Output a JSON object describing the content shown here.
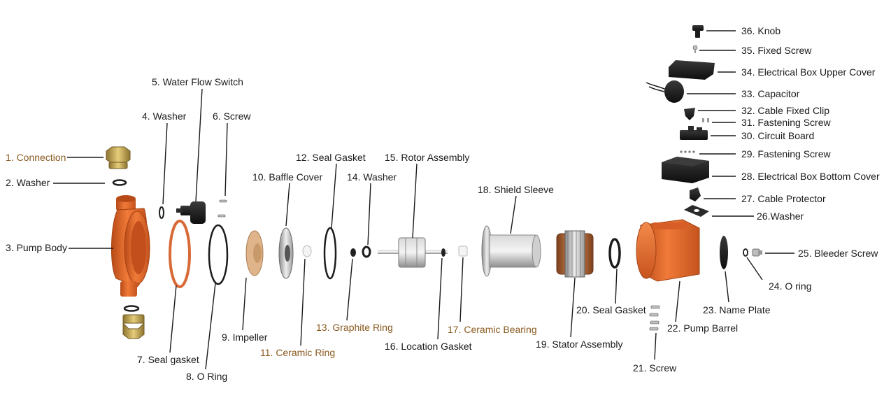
{
  "colors": {
    "orange": "#e8692c",
    "orange_dark": "#b84a18",
    "brass": "#c9a94e",
    "black": "#1c1c1c",
    "steel": "#b9b9b9",
    "copper": "#b86b3a",
    "label_text": "#1a1a1a",
    "label_highlight": "#8a5a20"
  },
  "labels": {
    "p1": "1. Connection",
    "p2": "2. Washer",
    "p3": "3. Pump Body",
    "p4": "4. Washer",
    "p5": "5. Water Flow Switch",
    "p6": "6. Screw",
    "p7": "7. Seal gasket",
    "p8": "8. O Ring",
    "p9": "9. Impeller",
    "p10": "10. Baffle Cover",
    "p11": "11. Ceramic Ring",
    "p12": "12. Seal Gasket",
    "p13": "13. Graphite Ring",
    "p14": "14. Washer",
    "p15": "15. Rotor Assembly",
    "p16": "16. Location Gasket",
    "p17": "17. Ceramic Bearing",
    "p18": "18. Shield Sleeve",
    "p19": "19. Stator Assembly",
    "p20": "20. Seal Gasket",
    "p21": "21. Screw",
    "p22": "22. Pump Barrel",
    "p23": "23. Name Plate",
    "p24": "24. O ring",
    "p25": "25. Bleeder Screw",
    "p26": "26.Washer",
    "p27": "27. Cable Protector",
    "p28": "28. Electrical Box Bottom Cover",
    "p29": "29. Fastening Screw",
    "p30": "30. Circuit Board",
    "p31": "31. Fastening Screw",
    "p32": "32. Cable Fixed Clip",
    "p33": "33. Capacitor",
    "p34": "34. Electrical Box Upper Cover",
    "p35": "35. Fixed Screw",
    "p36": "36. Knob"
  },
  "highlighted_labels": [
    "p1",
    "p11",
    "p13",
    "p17"
  ]
}
